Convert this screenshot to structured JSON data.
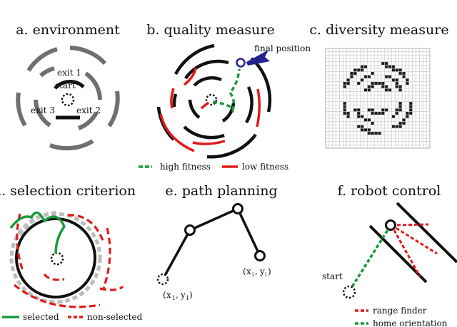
{
  "panels": {
    "a": {
      "title": "a. environment",
      "labels": {
        "start": "start",
        "exit1": "exit 1",
        "exit2": "exit 2",
        "exit3": "exit 3"
      }
    },
    "b": {
      "title": "b. quality measure",
      "final_position": "final position",
      "legend": {
        "high": "high fitness",
        "low": "low fitness"
      },
      "colors": {
        "high": "#1a9a3c",
        "low": "#e01b1b",
        "marker": "#23238f"
      }
    },
    "c": {
      "title": "c. diversity measure"
    },
    "d": {
      "title": "d. selection criterion",
      "legend": {
        "selected": "selected",
        "non_selected": "non-selected"
      }
    },
    "e": {
      "title": "e. path planning",
      "coords": {
        "first": {
          "x": "x",
          "xsub": "1",
          "y": "y",
          "ysub": "1"
        },
        "last": {
          "x": "x",
          "xsub": "i",
          "y": "y",
          "ysub": "i"
        }
      }
    },
    "f": {
      "title": "f. robot control",
      "start": "start",
      "legend": {
        "range": "range finder",
        "home": "home orientation"
      }
    }
  }
}
